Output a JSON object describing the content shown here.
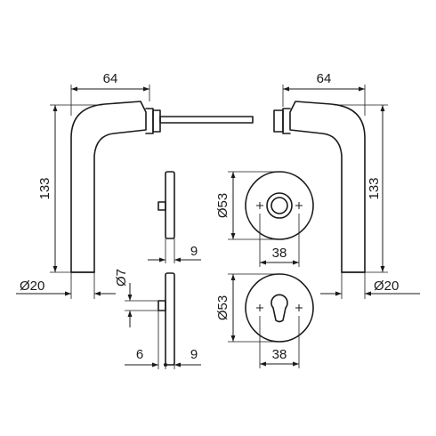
{
  "drawing": {
    "dimensions": {
      "left_width": "64",
      "right_width": "64",
      "left_height": "133",
      "right_height": "133",
      "left_diameter": "Ø20",
      "right_diameter": "Ø20",
      "upper_rosette_diameter": "Ø53",
      "lower_rosette_diameter": "Ø53",
      "upper_rosette_width": "38",
      "lower_rosette_width": "38",
      "upper_rosette_thickness": "9",
      "lower_rosette_thickness": "9",
      "turn_diameter": "Ø7",
      "turn_offset": "6"
    }
  }
}
